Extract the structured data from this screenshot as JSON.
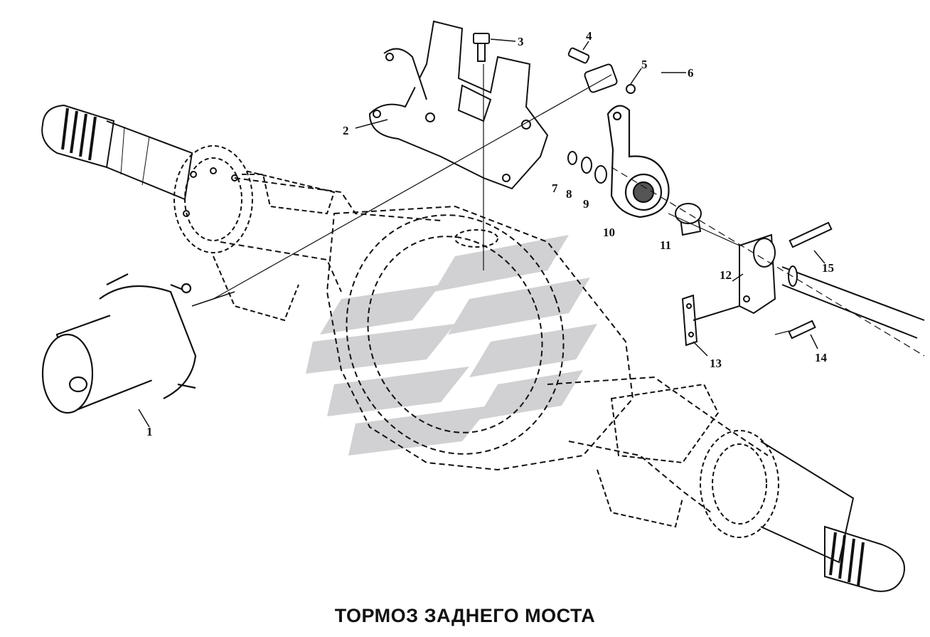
{
  "caption": "ТОРМОЗ ЗАДНЕГО МОСТА",
  "callouts": [
    {
      "id": "1",
      "label": "1"
    },
    {
      "id": "2",
      "label": "2"
    },
    {
      "id": "3",
      "label": "3"
    },
    {
      "id": "4",
      "label": "4"
    },
    {
      "id": "5",
      "label": "5"
    },
    {
      "id": "6",
      "label": "6"
    },
    {
      "id": "7",
      "label": "7"
    },
    {
      "id": "8",
      "label": "8"
    },
    {
      "id": "9",
      "label": "9"
    },
    {
      "id": "10",
      "label": "10"
    },
    {
      "id": "11",
      "label": "11"
    },
    {
      "id": "12",
      "label": "12"
    },
    {
      "id": "13",
      "label": "13"
    },
    {
      "id": "14",
      "label": "14"
    },
    {
      "id": "15",
      "label": "15"
    }
  ],
  "watermark": {
    "icon": "logo-stripes",
    "color": "#c8c8cc"
  }
}
